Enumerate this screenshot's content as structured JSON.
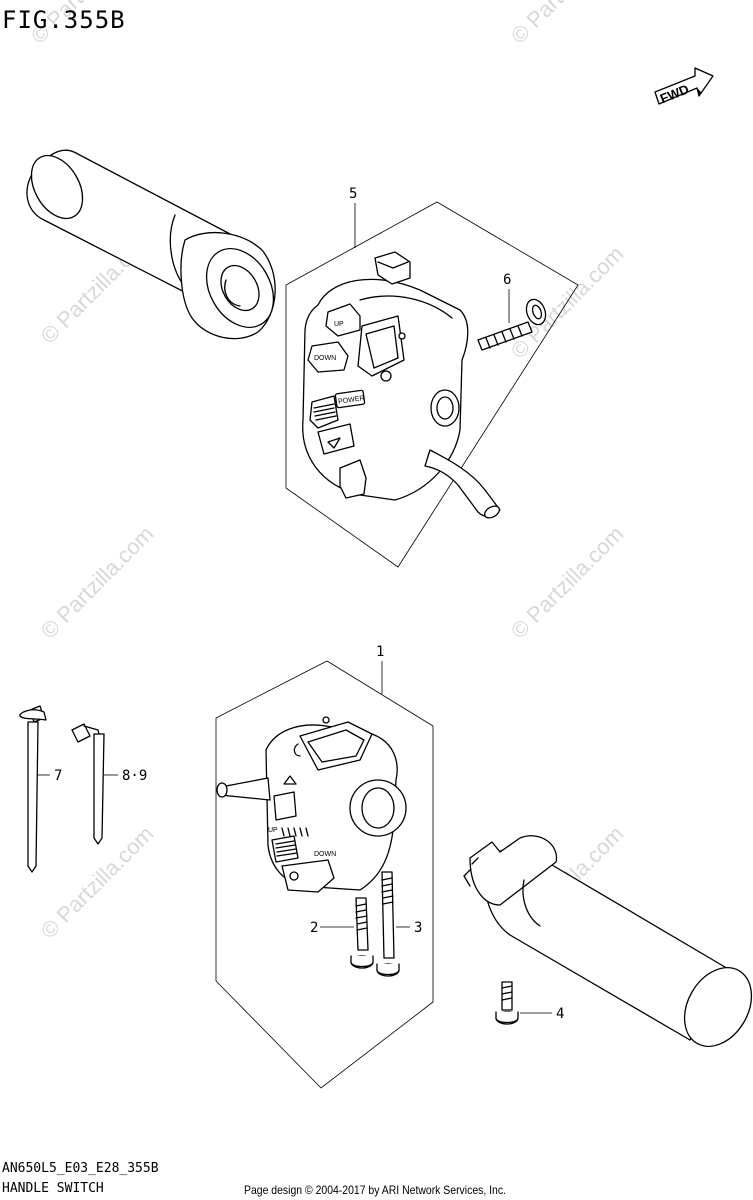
{
  "figure": {
    "title": "FIG.355B",
    "fwd_label": "FWD"
  },
  "watermark": {
    "text": "© Partzilla.com"
  },
  "callouts": {
    "c1": "1",
    "c2": "2",
    "c3": "3",
    "c4": "4",
    "c5": "5",
    "c6": "6",
    "c7": "7",
    "c89": "8·9"
  },
  "switch_labels": {
    "up": "UP",
    "down": "DOWN",
    "power": "POWER",
    "lower_up": "UP",
    "lower_down": "DOWN"
  },
  "footer": {
    "code": "AN650L5_E03_E28_355B",
    "name": "HANDLE SWITCH",
    "credit": "Page design © 2004-2017 by ARI Network Services, Inc."
  }
}
